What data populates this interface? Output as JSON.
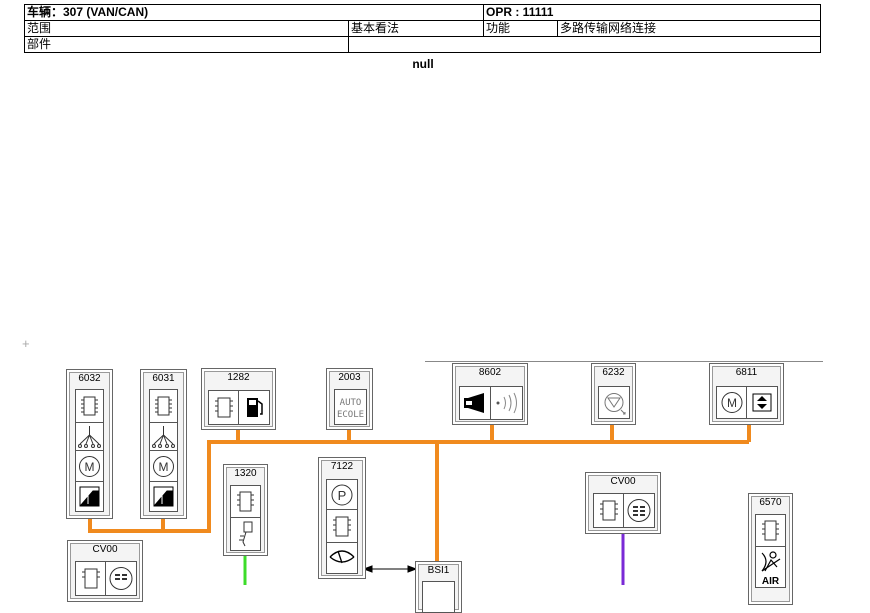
{
  "header": {
    "vehicle_label": "车辆：307 (VAN/CAN)",
    "opr_label": "OPR : 11111",
    "scope_label": "范围",
    "scope_value": "基本看法",
    "function_label": "功能",
    "function_value": "多路传输网络连接",
    "part_label": "部件",
    "part_value": ""
  },
  "null_text": "null",
  "components": [
    {
      "id": "c6032",
      "code": "6032"
    },
    {
      "id": "c6031",
      "code": "6031"
    },
    {
      "id": "c1282",
      "code": "1282"
    },
    {
      "id": "c2003",
      "code": "2003"
    },
    {
      "id": "c8602",
      "code": "8602"
    },
    {
      "id": "c6232",
      "code": "6232"
    },
    {
      "id": "c6811",
      "code": "6811"
    },
    {
      "id": "c1320",
      "code": "1320"
    },
    {
      "id": "c7122",
      "code": "7122"
    },
    {
      "id": "ccv00a",
      "code": "CV00"
    },
    {
      "id": "ccv00b",
      "code": "CV00"
    },
    {
      "id": "c6570",
      "code": "6570"
    },
    {
      "id": "cbsi1",
      "code": "BSI1"
    }
  ],
  "icon_text": {
    "auto_ecole_line1": "AUTO",
    "auto_ecole_line2": "ECOLE",
    "air": "AIR"
  },
  "wire_colors": {
    "can_orange": "#f08a1e",
    "green": "#3cdc2a",
    "purple": "#7a2ad6"
  },
  "icons": [
    "ecu-chip-icon",
    "motor-icon",
    "window-lift-icon",
    "fuel-pump-icon",
    "horn-icon",
    "alarm-icon",
    "injector-icon",
    "parking-icon",
    "wiper-icon",
    "airbag-icon"
  ]
}
